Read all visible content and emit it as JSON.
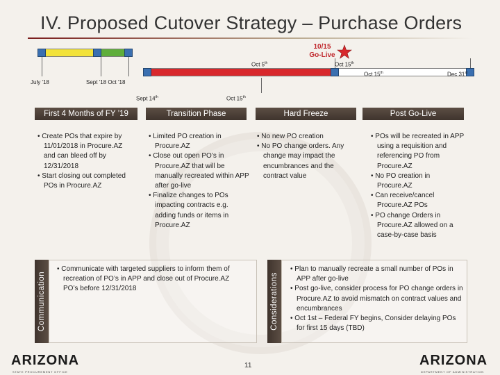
{
  "title": "IV. Proposed Cutover Strategy – Purchase Orders",
  "timeline": {
    "go_live": [
      "10/15",
      "Go-Live"
    ],
    "labels": {
      "oct5": "Oct 5",
      "oct5_sup": "th",
      "oct15_top": "Oct 15",
      "oct15_top_sup": "th",
      "oct15_right": "Oct 15",
      "oct15_right_sup": "th",
      "dec31": "Dec 31",
      "dec31_sup": "st",
      "july18": "July '18",
      "sept_oct18": "Sept '18 Oct '18",
      "sept14": "Sept 14",
      "sept14_sup": "th",
      "oct15_low": "Oct 15",
      "oct15_low_sup": "th"
    },
    "colors": {
      "yellow": "#f2e23a",
      "green": "#5fae3b",
      "red": "#d8282c",
      "white": "#ffffff",
      "marker": "#3a6fb0"
    }
  },
  "columns": [
    {
      "header": "First 4 Months of FY ’19",
      "items": [
        "• Create POs that expire by 11/01/2018  in Procure.AZ and can bleed off by 12/31/2018",
        "• Start closing out completed POs in Procure.AZ"
      ]
    },
    {
      "header": "Transition Phase",
      "items": [
        "• Limited PO creation in Procure.AZ",
        "• Close out open PO’s in Procure.AZ that will be manually recreated within APP after go-live",
        "• Finalize changes to POs impacting contracts e.g. adding funds or items in Procure.AZ"
      ]
    },
    {
      "header": "Hard Freeze",
      "items": [
        "• No new PO creation",
        "• No PO change orders. Any change may impact the encumbrances and the contract value"
      ]
    },
    {
      "header": "Post Go-Live",
      "items": [
        "• POs will be recreated in APP using a requisition and referencing PO from Procure.AZ",
        "• No PO creation in Procure.AZ",
        "• Can receive/cancel Procure.AZ POs",
        "• PO change Orders in Procure.AZ allowed on a case-by-case basis"
      ]
    }
  ],
  "communication": {
    "label": "Communication",
    "items": [
      "• Communicate with targeted suppliers to inform them of recreation of PO’s in APP and close out of Procure.AZ PO’s before 12/31/2018"
    ]
  },
  "considerations": {
    "label": "Considerations",
    "items": [
      "• Plan to manually recreate a small number of POs in APP after go-live",
      "• Post go-live, consider process for PO change orders in Procure.AZ to avoid mismatch on contract values and encumbrances",
      "• Oct 1st – Federal FY begins, Consider delaying POs for first 15 days (TBD)"
    ]
  },
  "page_number": "11",
  "logos": {
    "left": "ARIZONA",
    "left_sub": "STATE PROCUREMENT OFFICE",
    "right": "ARIZONA",
    "right_sub": "DEPARTMENT OF ADMINISTRATION"
  }
}
